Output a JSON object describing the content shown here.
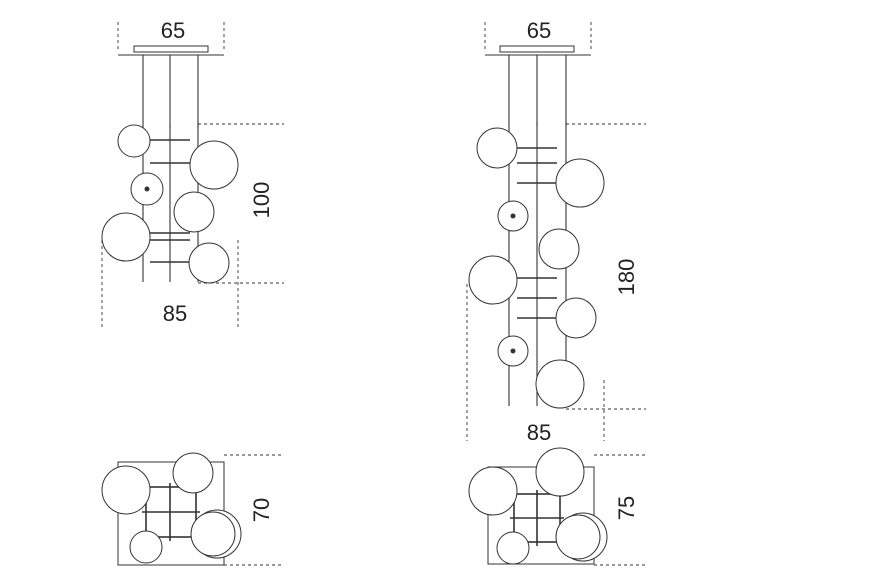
{
  "drawings": {
    "small_front": {
      "width_top": "65",
      "height": "100",
      "width_bottom": "85"
    },
    "large_front": {
      "width_top": "65",
      "height": "180",
      "width_bottom": "85"
    },
    "small_plan": {
      "depth": "70"
    },
    "large_plan": {
      "depth": "75"
    }
  }
}
